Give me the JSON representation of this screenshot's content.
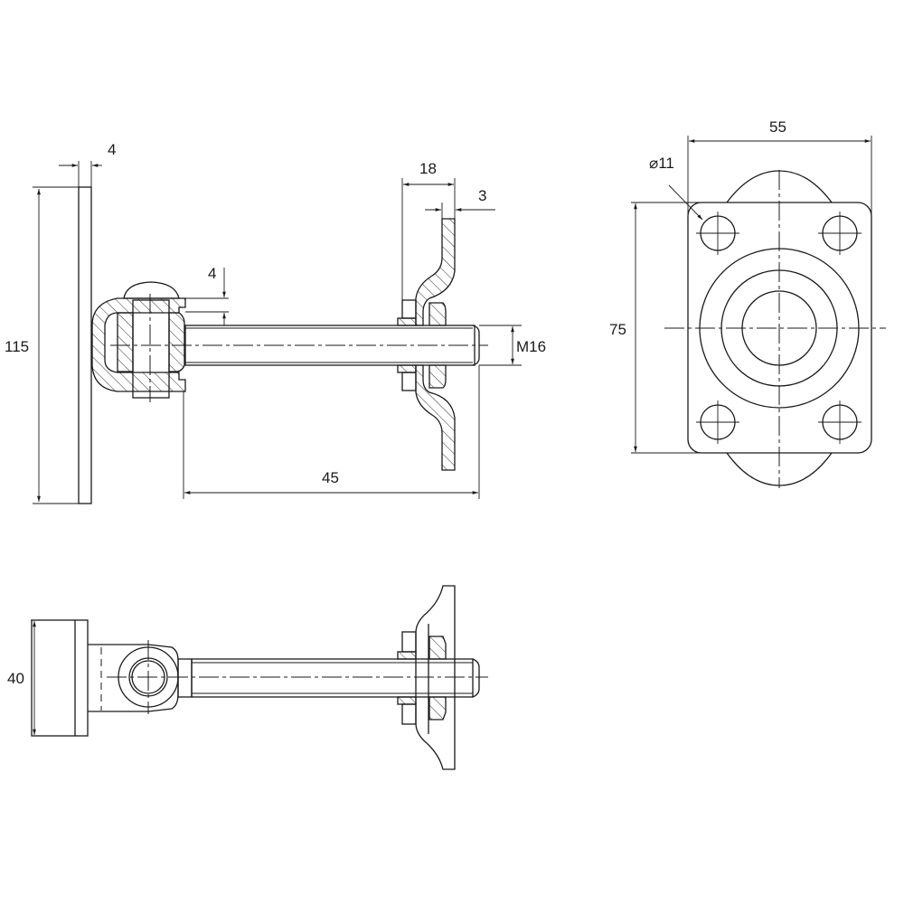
{
  "drawing": {
    "dimensions": {
      "wall_plate_thickness": "4",
      "wall_plate_height": "115",
      "cap_offset": "4",
      "flange_depth": "18",
      "flange_thickness": "3",
      "thread": "M16",
      "rod_length": "45",
      "mount_width": "55",
      "mount_height": "75",
      "hole_diameter": "⌀11",
      "base_width": "40"
    },
    "colors": {
      "line": "#1a1a1a",
      "background": "#ffffff"
    }
  }
}
